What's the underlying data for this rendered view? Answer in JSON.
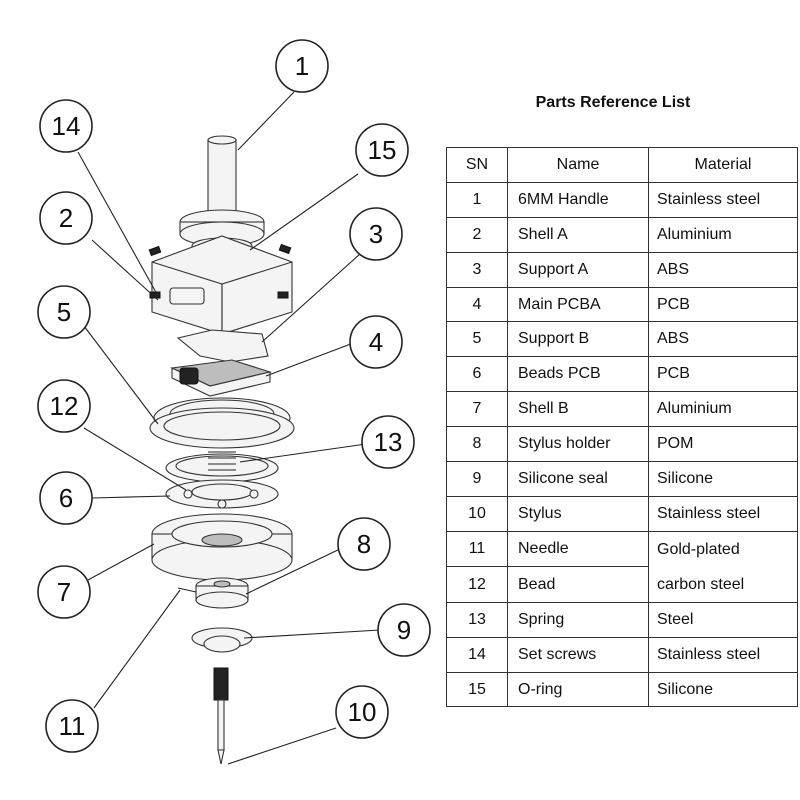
{
  "title": "Parts Reference List",
  "table": {
    "headers": {
      "sn": "SN",
      "name": "Name",
      "material": "Material"
    },
    "rows": [
      {
        "sn": "1",
        "name": "6MM Handle",
        "material": "Stainless steel"
      },
      {
        "sn": "2",
        "name": "Shell A",
        "material": "Aluminium"
      },
      {
        "sn": "3",
        "name": "Support A",
        "material": "ABS"
      },
      {
        "sn": "4",
        "name": "Main PCBA",
        "material": "PCB"
      },
      {
        "sn": "5",
        "name": "Support B",
        "material": "ABS"
      },
      {
        "sn": "6",
        "name": "Beads PCB",
        "material": "PCB"
      },
      {
        "sn": "7",
        "name": "Shell B",
        "material": "Aluminium"
      },
      {
        "sn": "8",
        "name": "Stylus holder",
        "material": "POM"
      },
      {
        "sn": "9",
        "name": "Silicone seal",
        "material": "Silicone"
      },
      {
        "sn": "10",
        "name": "Stylus",
        "material": "Stainless steel"
      },
      {
        "sn": "11",
        "name": "Needle",
        "material": "Gold-plated"
      },
      {
        "sn": "12",
        "name": "Bead",
        "material": "carbon steel"
      },
      {
        "sn": "13",
        "name": "Spring",
        "material": "Steel"
      },
      {
        "sn": "14",
        "name": "Set screws",
        "material": "Stainless steel"
      },
      {
        "sn": "15",
        "name": "O-ring",
        "material": "Silicone"
      }
    ]
  },
  "callouts": [
    "1",
    "2",
    "3",
    "4",
    "5",
    "6",
    "7",
    "8",
    "9",
    "10",
    "11",
    "12",
    "13",
    "14",
    "15"
  ]
}
